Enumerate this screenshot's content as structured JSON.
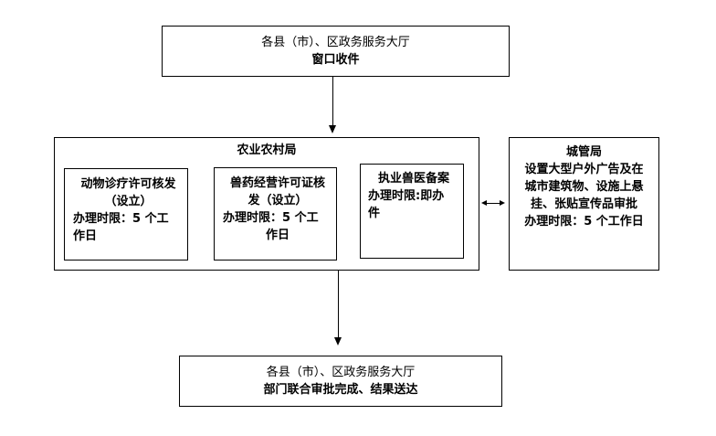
{
  "top_box": {
    "line1": "各县（市）、区政务服务大厅",
    "line2": "窗口收件"
  },
  "agri_bureau": {
    "title": "农业农村局",
    "item1": {
      "line1": "动物诊疗许可核发",
      "line2": "（设立）",
      "line3": "办理时限：5 个工",
      "line4": "作日"
    },
    "item2": {
      "line1": "兽药经营许可证核",
      "line2": "发（设立）",
      "line3": "办理时限：5 个工",
      "line4": "作日"
    },
    "item3": {
      "line1": "执业兽医备案",
      "line2": "办理时限:即办",
      "line3": "件"
    }
  },
  "city_bureau": {
    "title": "城管局",
    "line1": "设置大型户外广告及在",
    "line2": "城市建筑物、设施上悬",
    "line3": "挂、张贴宣传品审批",
    "line4": "办理时限：5 个工作日"
  },
  "bottom_box": {
    "line1": "各县（市）、区政务服务大厅",
    "line2": "部门联合审批完成、结果送达"
  }
}
